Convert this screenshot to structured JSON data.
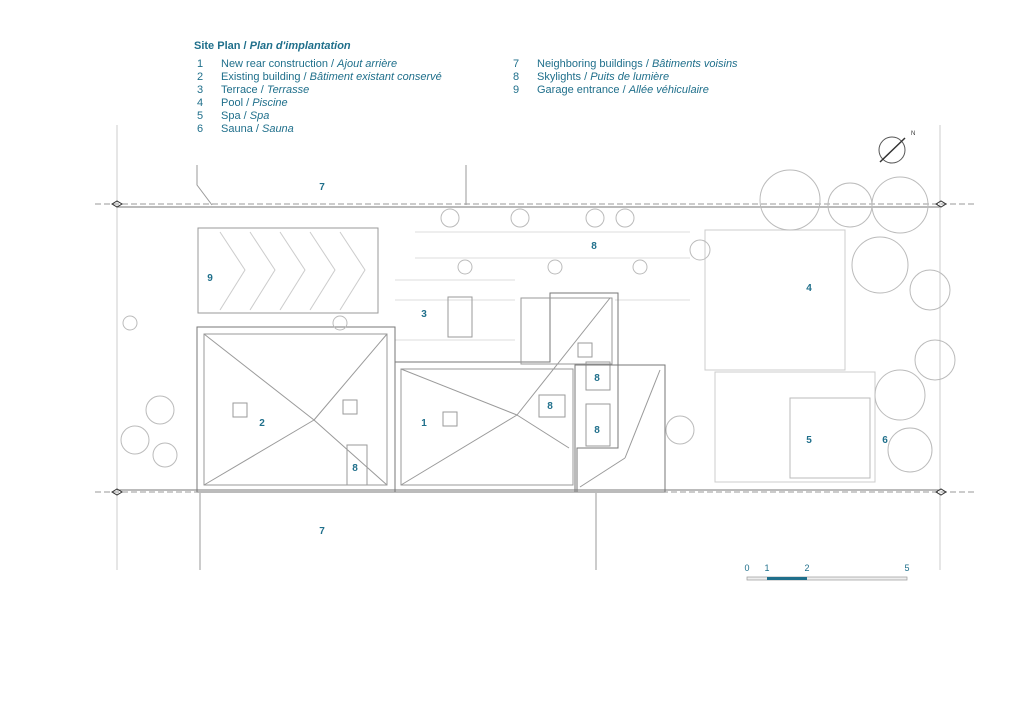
{
  "title": {
    "en": "Site Plan",
    "sep": " / ",
    "fr": "Plan d'implantation"
  },
  "legend": [
    {
      "num": "1",
      "en": "New rear construction",
      "fr": "Ajout arrière"
    },
    {
      "num": "2",
      "en": "Existing building",
      "fr": "Bâtiment existant conservé"
    },
    {
      "num": "3",
      "en": "Terrace",
      "fr": "Terrasse"
    },
    {
      "num": "4",
      "en": "Pool",
      "fr": "Piscine"
    },
    {
      "num": "5",
      "en": "Spa",
      "fr": "Spa"
    },
    {
      "num": "6",
      "en": "Sauna",
      "fr": "Sauna"
    },
    {
      "num": "7",
      "en": "Neighboring buildings",
      "fr": "Bâtiments voisins"
    },
    {
      "num": "8",
      "en": "Skylights",
      "fr": "Puits de lumière"
    },
    {
      "num": "9",
      "en": "Garage entrance",
      "fr": "Allée véhiculaire"
    }
  ],
  "plan_labels": {
    "neighbor_top": "7",
    "skylight_top": "8",
    "garage": "9",
    "terrace": "3",
    "pool": "4",
    "existing": "2",
    "new": "1",
    "skylight_a": "8",
    "skylight_b": "8",
    "skylight_c": "8",
    "skylight_d": "8",
    "spa": "5",
    "sauna": "6",
    "neighbor_bottom": "7"
  },
  "north": "N",
  "scale": {
    "ticks": [
      "0",
      "1",
      "2",
      "5"
    ]
  },
  "colors": {
    "text": "#1f6f8b",
    "lines": "#9a9a9a",
    "scale_fill": "#1f6f8b"
  }
}
